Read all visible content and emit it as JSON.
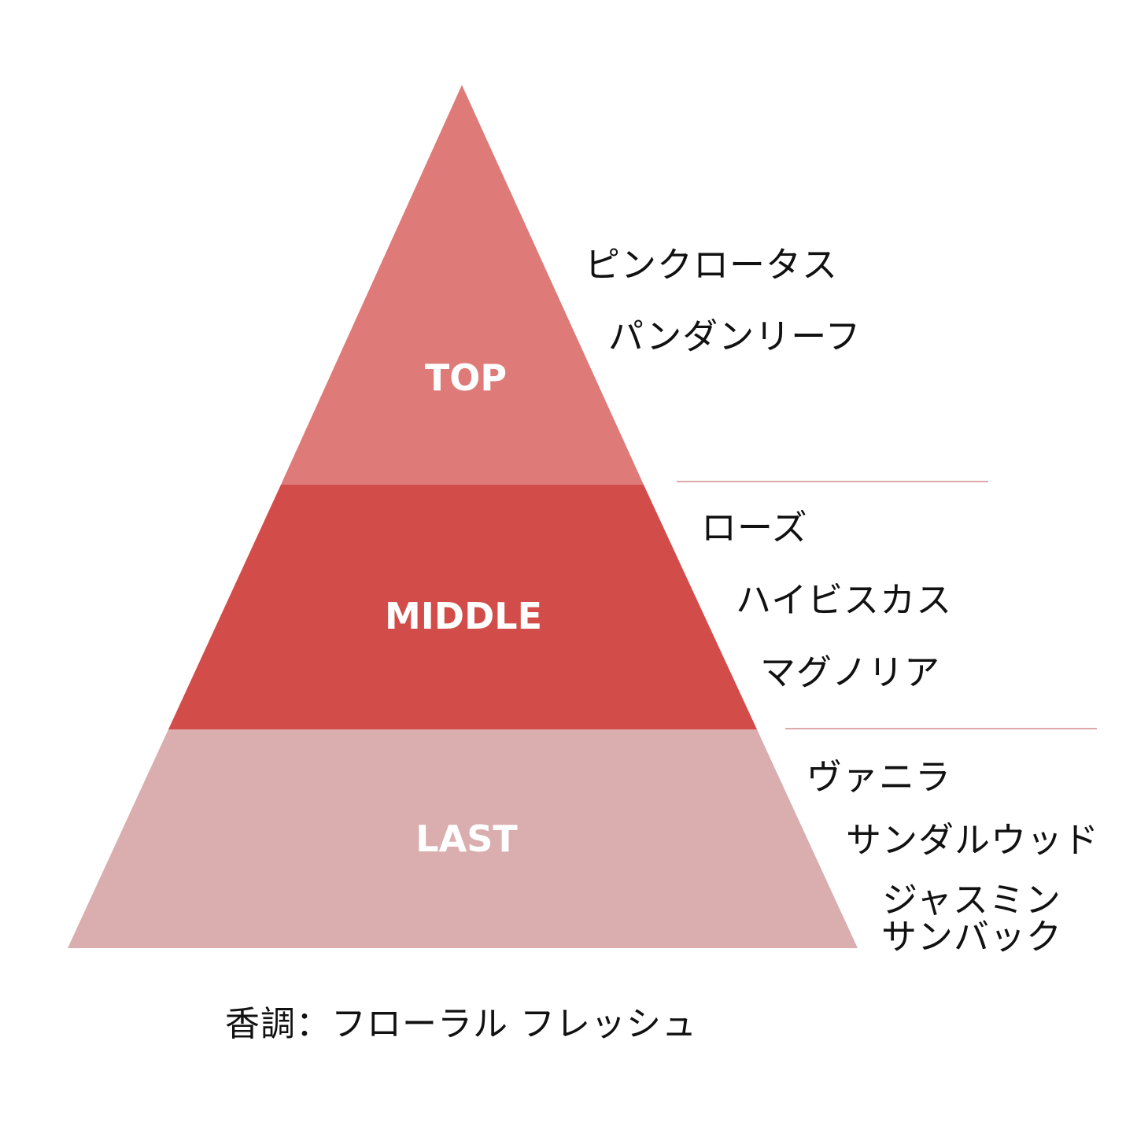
{
  "colors": {
    "top": "#de7a77",
    "middle": "#d24d4a",
    "last": "#daaeae",
    "divider": "#dcaaaa",
    "text": "#111111",
    "tier_text": "#ffffff"
  },
  "tiers": [
    {
      "label": "TOP",
      "notes": [
        "ピンクロータス",
        "パンダンリーフ"
      ]
    },
    {
      "label": "MIDDLE",
      "notes": [
        "ローズ",
        "ハイビスカス",
        "マグノリア"
      ]
    },
    {
      "label": "LAST",
      "notes": [
        "ヴァニラ",
        "サンダルウッド",
        "ジャスミン",
        "サンバック"
      ]
    }
  ],
  "caption": "香調：フローラル フレッシュ"
}
